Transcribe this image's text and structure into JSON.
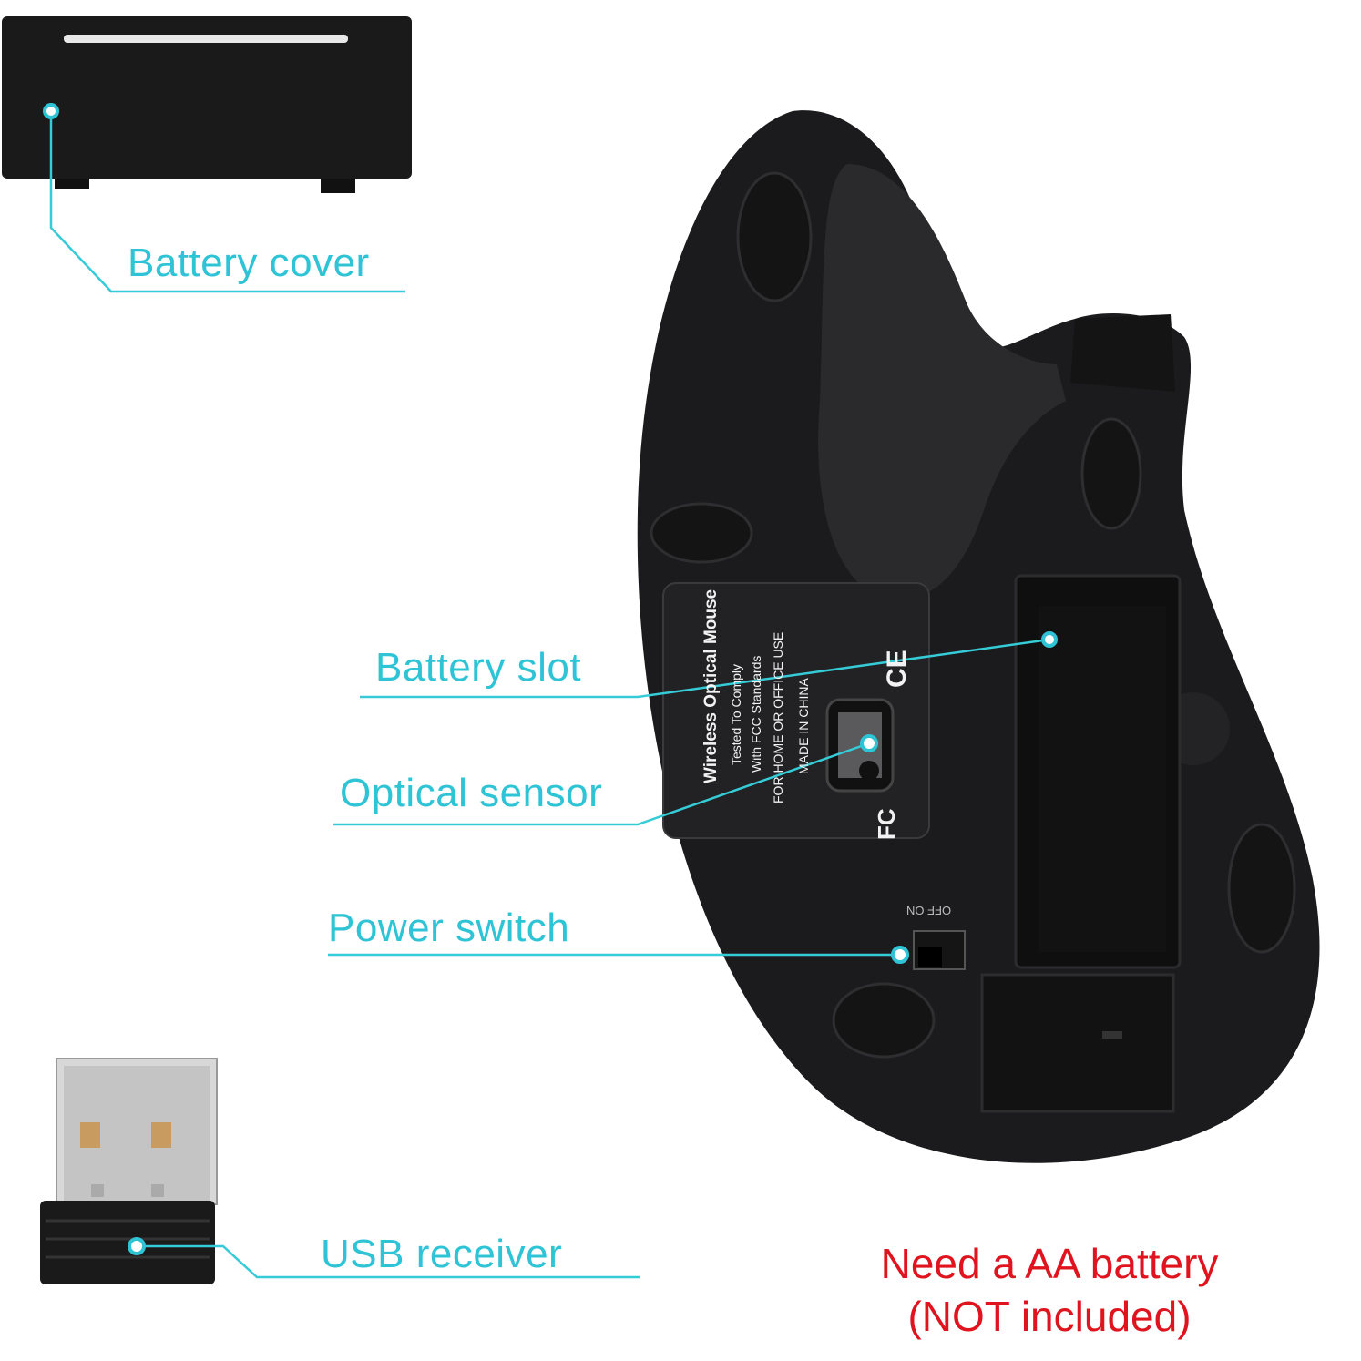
{
  "callouts": {
    "battery_cover": "Battery cover",
    "battery_slot": "Battery slot",
    "optical_sensor": "Optical sensor",
    "power_switch": "Power switch",
    "usb_receiver": "USB receiver"
  },
  "note": {
    "line1": "Need a AA battery",
    "line2": "(NOT included)"
  },
  "sticker": {
    "title": "Wireless Optical Mouse",
    "line1": "Tested To Comply",
    "line2": "With FCC Standards",
    "line3": "FOR HOME OR OFFICE USE",
    "line4": "MADE IN CHINA",
    "ce_mark": "CE",
    "fcc_mark": "FC"
  },
  "switch_label": "OFF ON",
  "colors": {
    "callout": "#2ec4d6",
    "note": "#e0141e",
    "mouse": "#1b1b1d"
  }
}
